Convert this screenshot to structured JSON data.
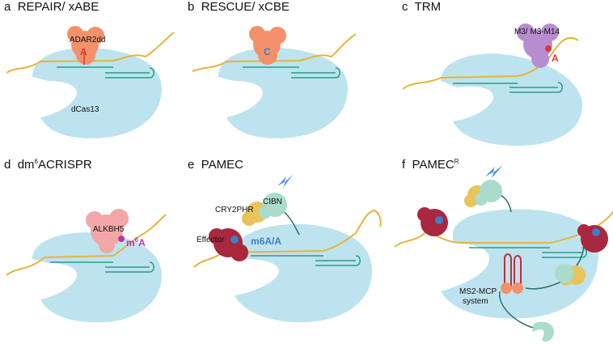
{
  "panels": [
    {
      "letter": "a",
      "title": "REPAIR/ xABE"
    },
    {
      "letter": "b",
      "title": "RESCUE/ xCBE"
    },
    {
      "letter": "c",
      "title": "TRM"
    },
    {
      "letter": "d",
      "title_main": "dm",
      "title_sup": "6",
      "title_rest": "ACRISPR"
    },
    {
      "letter": "e",
      "title": "PAMEC"
    },
    {
      "letter": "f",
      "title_main": "PAMEC",
      "title_sup": "R"
    }
  ],
  "labels": {
    "adar": "ADAR2dd",
    "a_base": "A",
    "dcas13": "dCas13",
    "c_base": "C",
    "m3": "M3/ M3-M14",
    "c_a_base": "A",
    "alkbh5": "ALKBH5",
    "m6a_main": "m",
    "m6a_sup": "6",
    "m6a_rest": "A",
    "cry2phr": "CRY2PHR",
    "cibn": "CIBN",
    "effector": "Effector",
    "m6a_a": "m6A/A",
    "ms2": "MS2-MCP",
    "system": "system"
  },
  "colors": {
    "cas": "#bde3ef",
    "rna": "#e6b43c",
    "guide": "#2a9c8a",
    "adar": "#f2916b",
    "purple": "#b88dd0",
    "pink": "#f2a7a7",
    "maroon": "#a8283f",
    "yellow": "#e9c45a",
    "mint": "#a9dccc",
    "blue_dot": "#3f7fc2",
    "red": "#d83a2a",
    "lightning": "#4d8fe3"
  }
}
